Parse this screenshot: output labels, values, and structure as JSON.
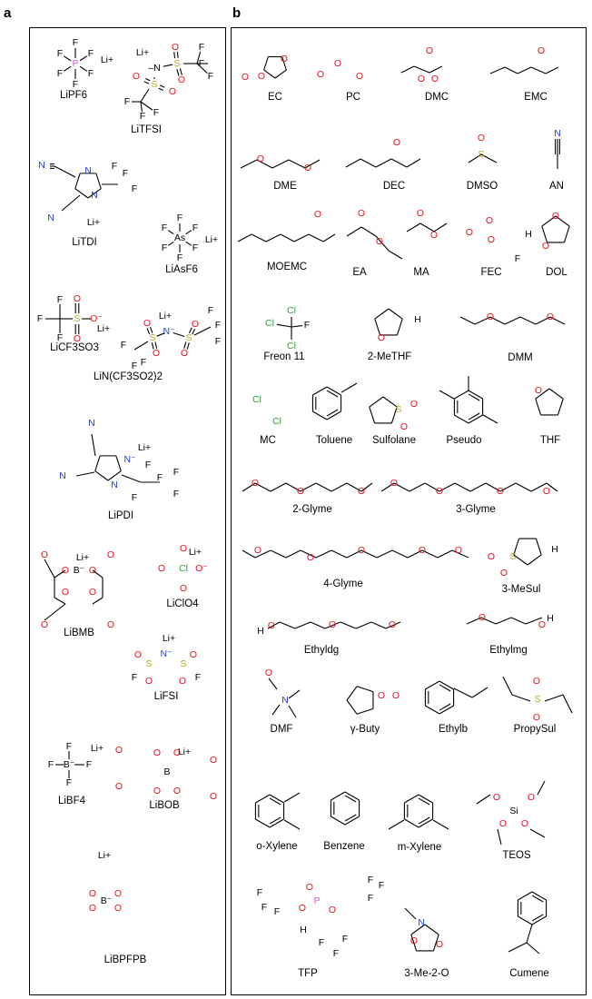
{
  "panels": {
    "a": {
      "letter": "a",
      "molecules": [
        {
          "id": "lipf6",
          "label": "LiPF6"
        },
        {
          "id": "litfsi",
          "label": "LiTFSI"
        },
        {
          "id": "litdi",
          "label": "LiTDI"
        },
        {
          "id": "liasf6",
          "label": "LiAsF6"
        },
        {
          "id": "licf3so3",
          "label": "LiCF3SO3"
        },
        {
          "id": "lin_cf3so2_2",
          "label": "LiN(CF3SO2)2"
        },
        {
          "id": "lipdi",
          "label": "LiPDI"
        },
        {
          "id": "libmb",
          "label": "LiBMB"
        },
        {
          "id": "liclo4",
          "label": "LiClO4"
        },
        {
          "id": "lifsi",
          "label": "LiFSI"
        },
        {
          "id": "libf4",
          "label": "LiBF4"
        },
        {
          "id": "libob",
          "label": "LiBOB"
        },
        {
          "id": "libpfpb",
          "label": "LiBPFPB"
        }
      ]
    },
    "b": {
      "letter": "b",
      "molecules": [
        {
          "id": "ec",
          "label": "EC"
        },
        {
          "id": "pc",
          "label": "PC"
        },
        {
          "id": "dmc",
          "label": "DMC"
        },
        {
          "id": "emc",
          "label": "EMC"
        },
        {
          "id": "dme",
          "label": "DME"
        },
        {
          "id": "dec",
          "label": "DEC"
        },
        {
          "id": "dmso",
          "label": "DMSO"
        },
        {
          "id": "an",
          "label": "AN"
        },
        {
          "id": "moemc",
          "label": "MOEMC"
        },
        {
          "id": "ea",
          "label": "EA"
        },
        {
          "id": "ma",
          "label": "MA"
        },
        {
          "id": "fec",
          "label": "FEC"
        },
        {
          "id": "dol",
          "label": "DOL"
        },
        {
          "id": "freon11",
          "label": "Freon 11"
        },
        {
          "id": "methf",
          "label": "2-MeTHF"
        },
        {
          "id": "dmm",
          "label": "DMM"
        },
        {
          "id": "mc",
          "label": "MC"
        },
        {
          "id": "toluene",
          "label": "Toluene"
        },
        {
          "id": "sulfolane",
          "label": "Sulfolane"
        },
        {
          "id": "pseudo",
          "label": "Pseudo"
        },
        {
          "id": "thf",
          "label": "THF"
        },
        {
          "id": "glyme2",
          "label": "2-Glyme"
        },
        {
          "id": "glyme3",
          "label": "3-Glyme"
        },
        {
          "id": "glyme4",
          "label": "4-Glyme"
        },
        {
          "id": "mesul",
          "label": "3-MeSul"
        },
        {
          "id": "ethyldg",
          "label": "Ethyldg"
        },
        {
          "id": "ethylmg",
          "label": "Ethylmg"
        },
        {
          "id": "dmf",
          "label": "DMF"
        },
        {
          "id": "gbuty",
          "label": "γ-Buty"
        },
        {
          "id": "ethylb",
          "label": "Ethylb"
        },
        {
          "id": "propysul",
          "label": "PropySul"
        },
        {
          "id": "oxylene",
          "label": "o-Xylene"
        },
        {
          "id": "benzene",
          "label": "Benzene"
        },
        {
          "id": "mxylene",
          "label": "m-Xylene"
        },
        {
          "id": "teos",
          "label": "TEOS"
        },
        {
          "id": "tfp",
          "label": "TFP"
        },
        {
          "id": "me2o",
          "label": "3-Me-2-O"
        },
        {
          "id": "cumene",
          "label": "Cumene"
        }
      ]
    }
  },
  "atom_colors": {
    "O": "#e8111a",
    "N": "#1f3fd6",
    "S": "#b5a82e",
    "P": "#cf5fd0",
    "Cl": "#2f9a3a",
    "other": "#000000"
  }
}
